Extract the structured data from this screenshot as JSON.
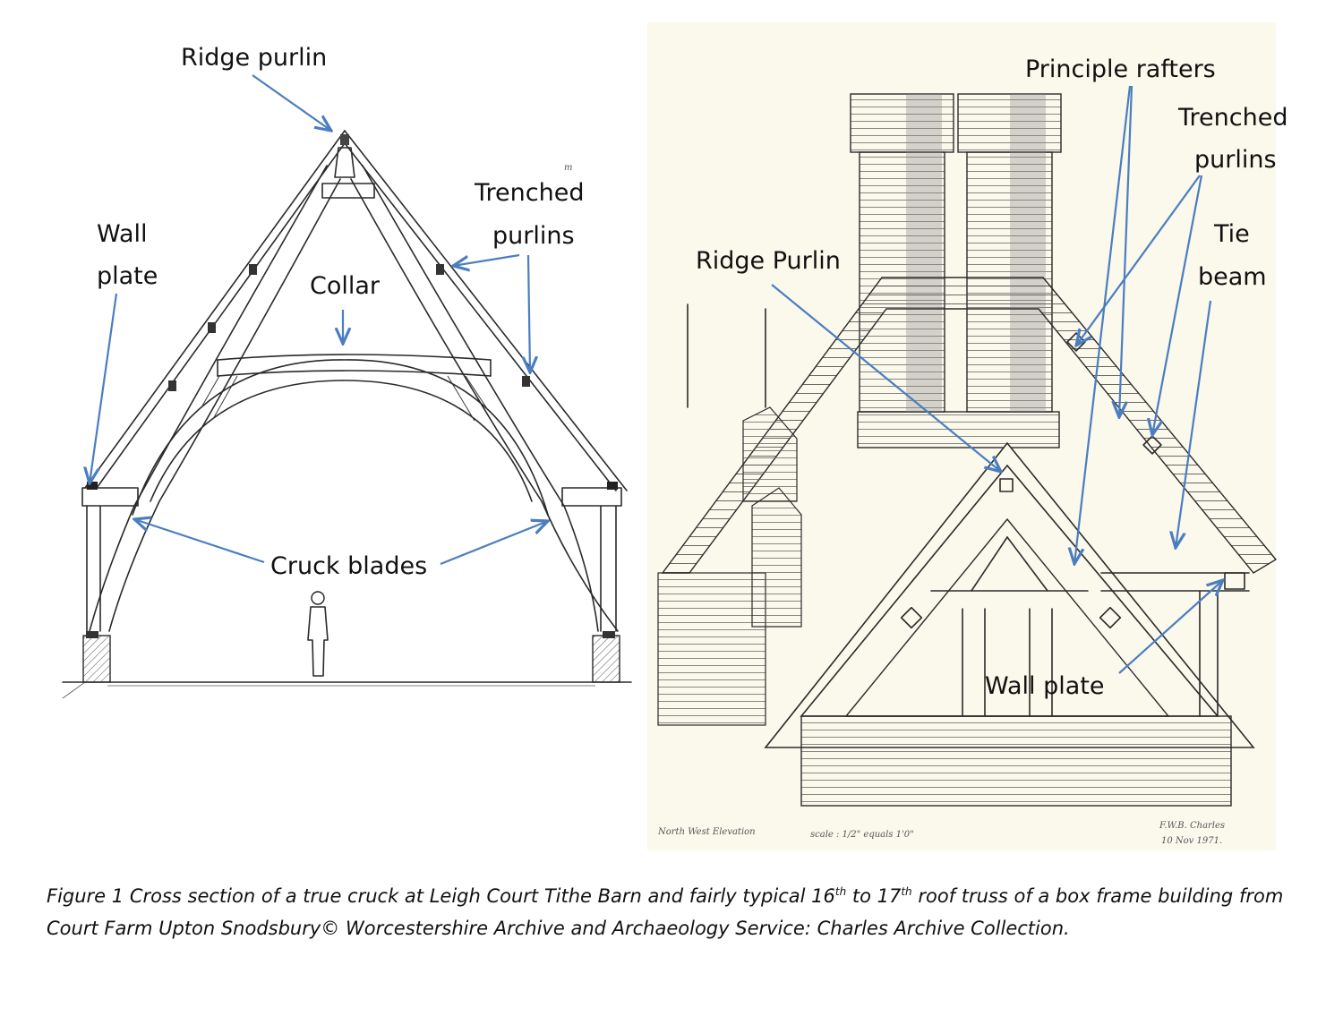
{
  "left_drawing": {
    "labels": {
      "ridge_purlin": "Ridge purlin",
      "wall_plate_1": "Wall",
      "wall_plate_2": "plate",
      "collar": "Collar",
      "trenched_1": "Trenched",
      "trenched_2": "purlins",
      "cruck_blades": "Cruck blades"
    }
  },
  "right_drawing": {
    "labels": {
      "principle_rafters": "Principle rafters",
      "trenched_1": "Trenched",
      "trenched_2": "purlins",
      "tie_1": "Tie",
      "tie_2": "beam",
      "ridge_purlin": "Ridge Purlin",
      "wall_plate": "Wall plate"
    },
    "handwritten": {
      "elevation": "North West Elevation",
      "scale": "scale : 1/2\" equals 1'0\"",
      "author": "F.W.B. Charles",
      "date": "10 Nov 1971."
    }
  },
  "caption": {
    "part1": "Figure 1 Cross section of a true cruck at Leigh Court Tithe Barn and fairly typical 16",
    "sup1": "th",
    "part2": " to 17",
    "sup2": "th",
    "part3": " roof truss of a box frame building from Court Farm Upton Snodsbury© Worcestershire Archive and Archaeology Service: Charles Archive Collection."
  },
  "colors": {
    "arrow": "#4a7ebf",
    "paper": "#fbf8ec"
  }
}
